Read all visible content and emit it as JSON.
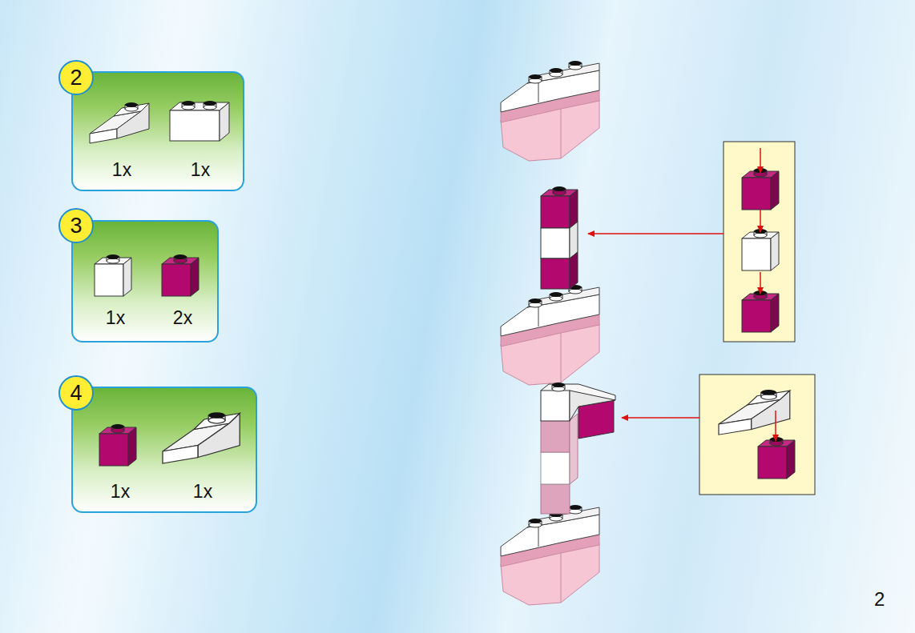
{
  "diagram": {
    "nodes": [
      {
        "text": [
          "1x",
          "1x"
        ]
      },
      {
        "text": [
          "2"
        ],
        "in": 0
      },
      {
        "text": [
          "1x",
          "2x"
        ]
      },
      {
        "text": [
          "3"
        ],
        "in": 2
      },
      {
        "text": [
          "1x",
          "1x"
        ]
      },
      {
        "text": [
          "4"
        ],
        "in": 4
      }
    ],
    "labels": [
      "2"
    ]
  }
}
